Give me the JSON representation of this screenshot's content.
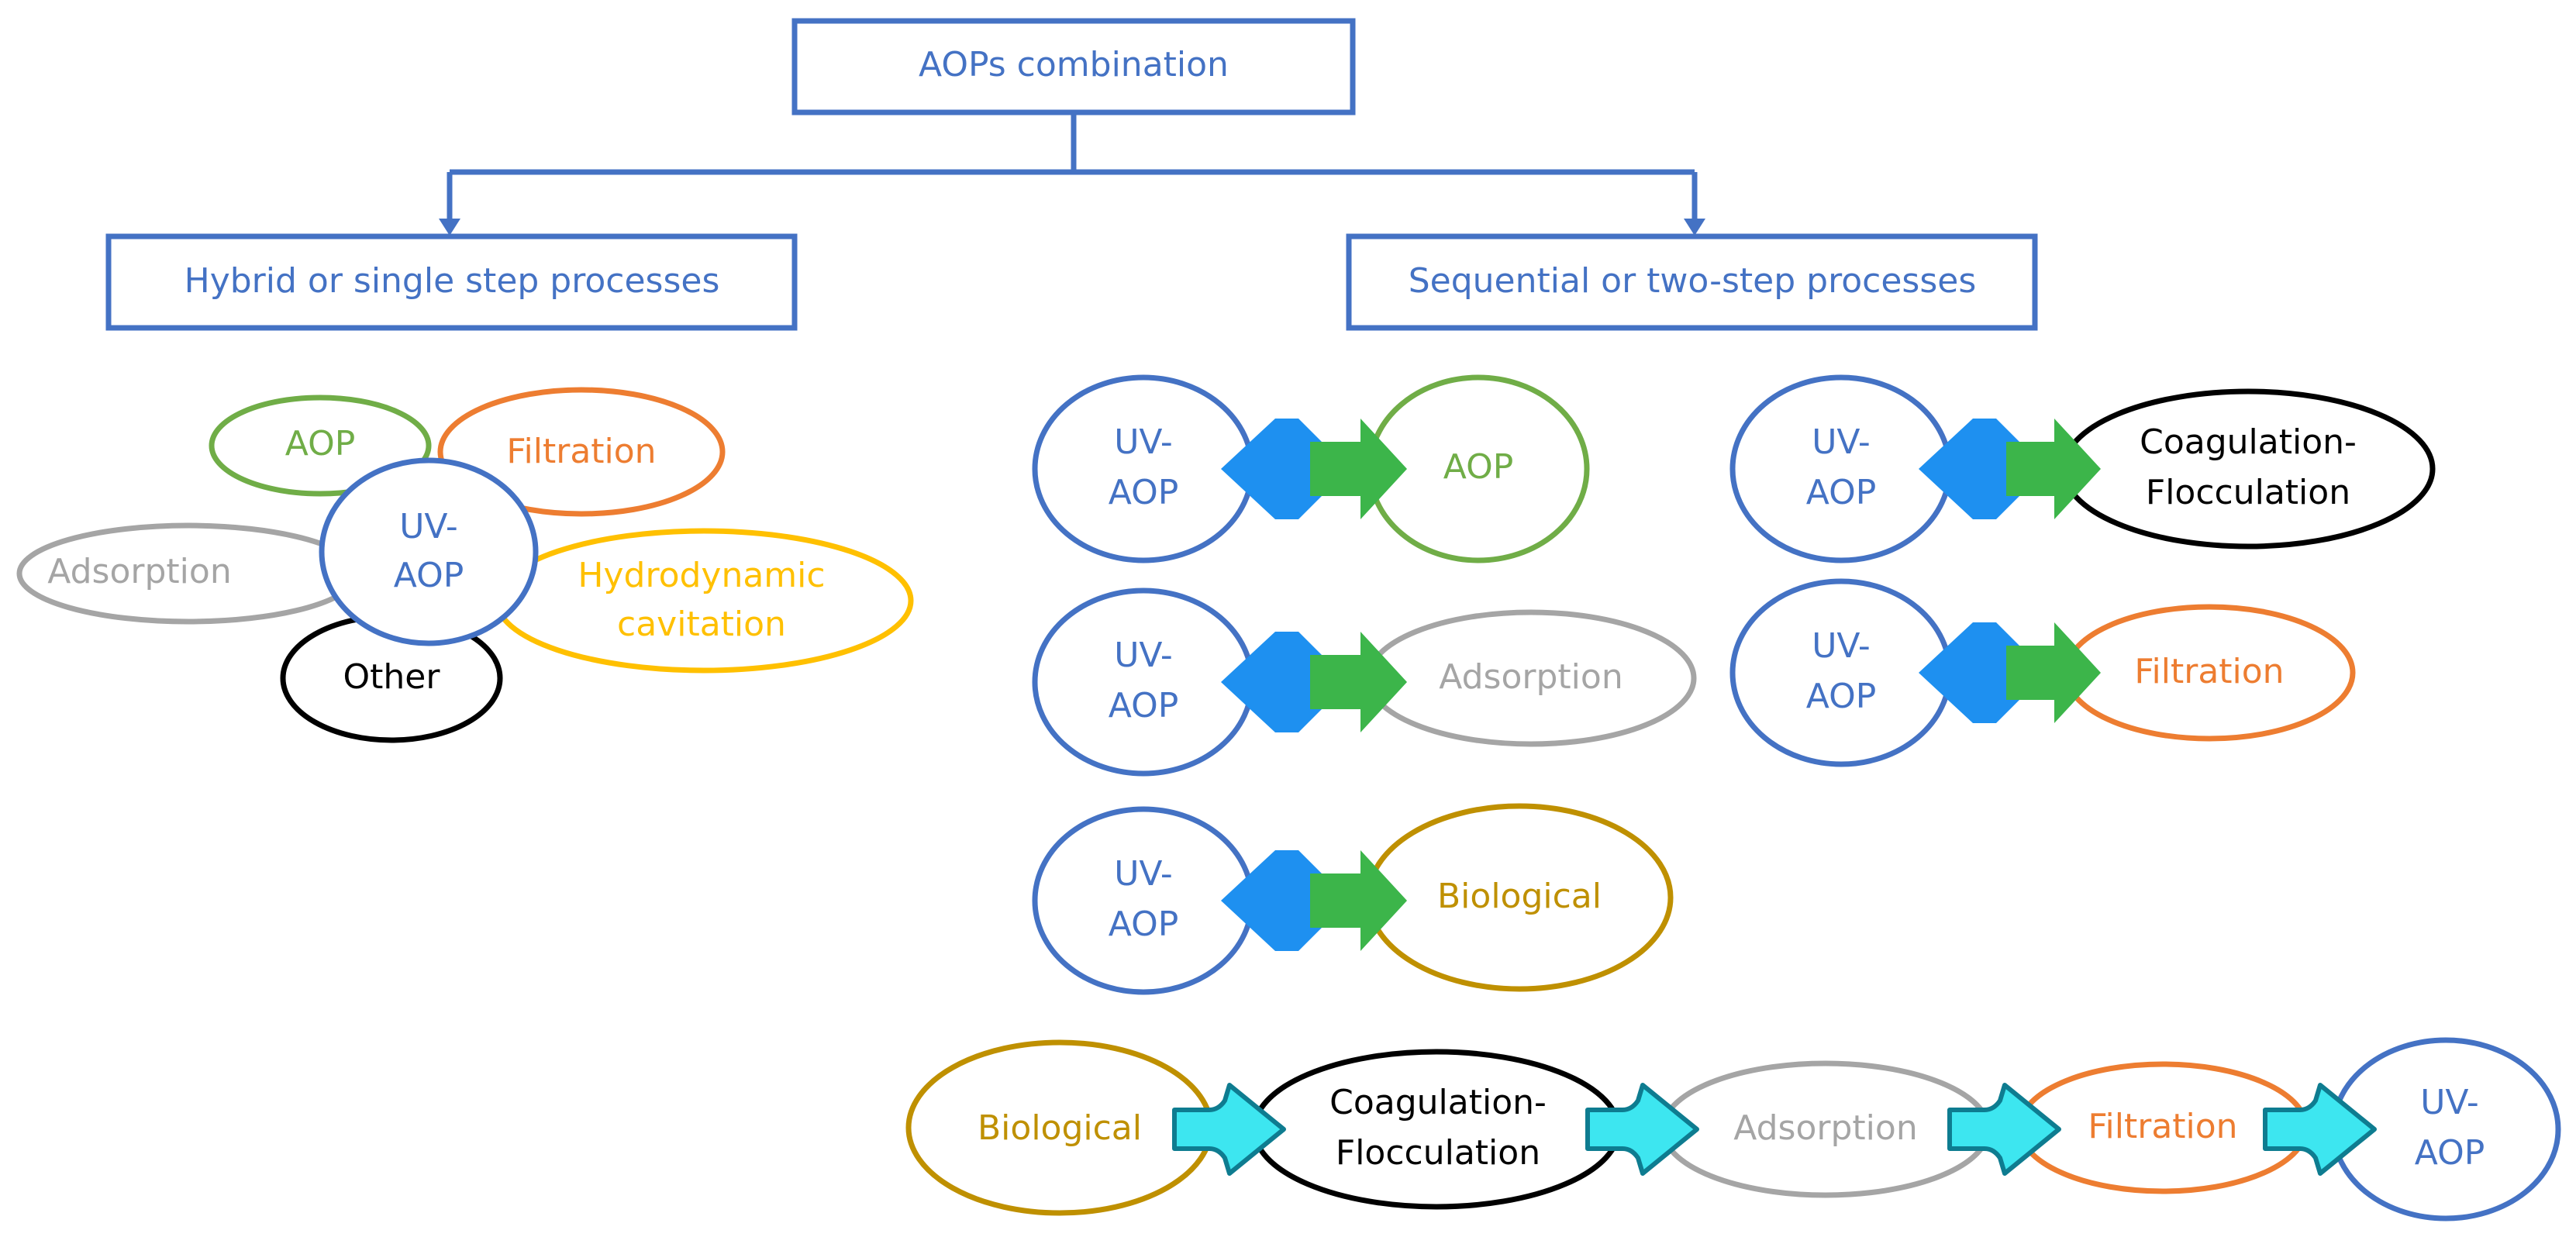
{
  "title": "AOPs combination",
  "branches": {
    "hybrid": "Hybrid or single step processes",
    "sequential": "Sequential or two-step processes"
  },
  "labels": {
    "uv_aop": [
      "UV-",
      "AOP"
    ],
    "aop": "AOP",
    "filtration": "Filtration",
    "adsorption": "Adsorption",
    "hydrodynamic_cavitation": [
      "Hydrodynamic",
      "cavitation"
    ],
    "other": "Other",
    "coag_floc": [
      "Coagulation-",
      "Flocculation"
    ],
    "biological": "Biological"
  },
  "colors": {
    "blue": "#4472C4",
    "green": "#70AD47",
    "orange": "#ED7D31",
    "gray": "#A5A5A5",
    "yellow": "#FFC000",
    "black": "#000000",
    "gold": "#BF9000",
    "arrow_blue": "#1E90F0",
    "arrow_green": "#3CB54A",
    "arrow_cyan": "#3DE6F0",
    "arrow_cyan_stroke": "#0E7C90"
  },
  "icons": {
    "bidirectional": "double-arrow-icon",
    "sequence": "chevron-arrow-icon"
  }
}
